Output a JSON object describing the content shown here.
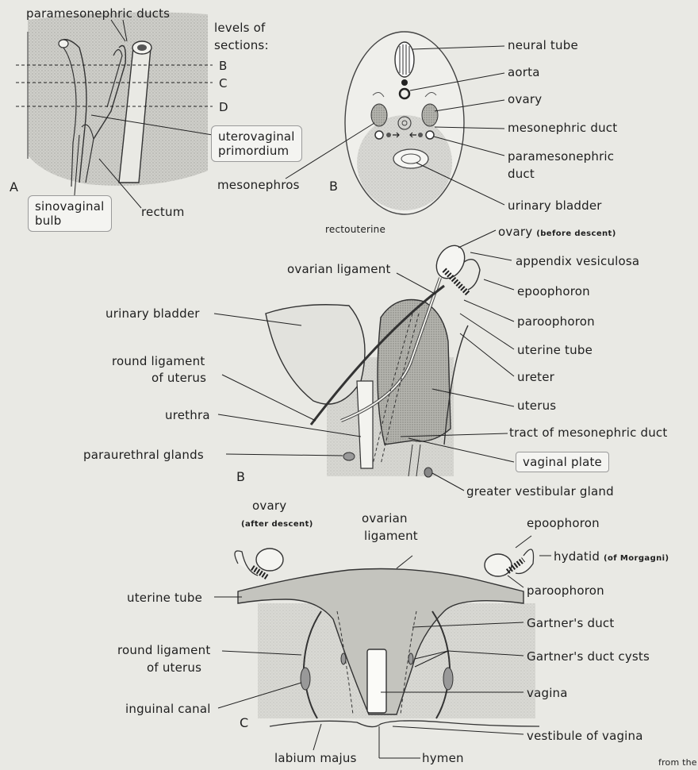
{
  "panelA": {
    "title": "paramesonephric ducts",
    "levels_line1": "levels of",
    "levels_line2": "sections:",
    "level_b": "B",
    "level_c": "C",
    "level_d": "D",
    "uterovaginal_1": "uterovaginal",
    "uterovaginal_2": "primordium",
    "sinovaginal_1": "sinovaginal",
    "sinovaginal_2": "bulb",
    "rectum": "rectum",
    "letter": "A"
  },
  "panelSection": {
    "neural_tube": "neural tube",
    "aorta": "aorta",
    "ovary": "ovary",
    "mesonephric_duct": "mesonephric duct",
    "paramesonephric_1": "paramesonephric",
    "paramesonephric_2": "duct",
    "urinary_bladder": "urinary bladder",
    "mesonephros": "mesonephros",
    "letter": "B",
    "cut_text": "rectouterine"
  },
  "panelB": {
    "ovary": "ovary",
    "ovary_note": "(before descent)",
    "appendix": "appendix vesiculosa",
    "ovarian_ligament": "ovarian ligament",
    "epoophoron": "epoophoron",
    "urinary_bladder": "urinary bladder",
    "paroophoron": "paroophoron",
    "uterine_tube": "uterine tube",
    "round_lig_1": "round ligament",
    "round_lig_2": "of uterus",
    "ureter": "ureter",
    "uterus": "uterus",
    "urethra": "urethra",
    "tract": "tract of mesonephric duct",
    "paraurethral": "paraurethral glands",
    "vaginal_plate": "vaginal plate",
    "greater_vestibular": "greater vestibular gland",
    "letter": "B"
  },
  "panelC": {
    "ovary": "ovary",
    "ovary_note": "(after descent)",
    "ovarian_lig_1": "ovarian",
    "ovarian_lig_2": "ligament",
    "epoophoron": "epoophoron",
    "hydatid": "hydatid",
    "hydatid_note": "(of Morgagni)",
    "uterine_tube": "uterine tube",
    "paroophoron": "paroophoron",
    "gartner_duct": "Gartner's duct",
    "round_lig_1": "round ligament",
    "round_lig_2": "of uterus",
    "gartner_cysts": "Gartner's duct cysts",
    "inguinal": "inguinal canal",
    "vagina": "vagina",
    "letter": "C",
    "vestibule": "vestibule of vagina",
    "labium": "labium majus",
    "hymen": "hymen",
    "cut_text": "from the"
  }
}
